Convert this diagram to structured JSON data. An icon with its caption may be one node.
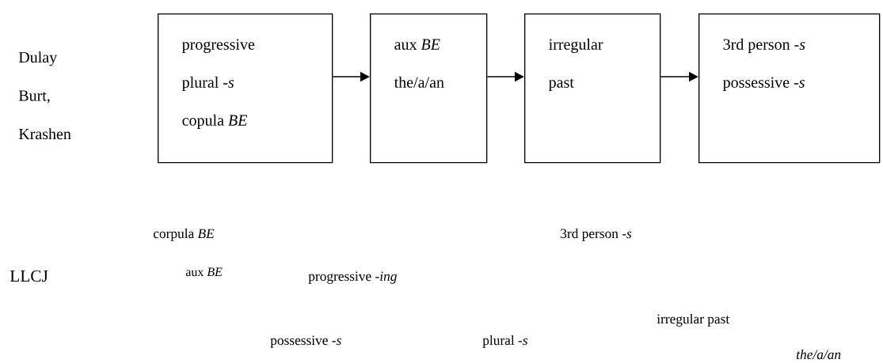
{
  "diagram": {
    "nodes": [
      {
        "text": [
          "progressive",
          "plural -*s*",
          "copula *BE*"
        ]
      },
      {
        "text": [
          "aux *BE*",
          "the/a/an"
        ]
      },
      {
        "text": [
          "irregular past"
        ]
      },
      {
        "text": [
          "3rd person -*s*",
          "possessive -*s*"
        ]
      }
    ],
    "edges": [
      {
        "from": 0,
        "to": 1,
        "arrow": "to"
      },
      {
        "from": 1,
        "to": 2,
        "arrow": "to"
      },
      {
        "from": 2,
        "to": 3,
        "arrow": "to"
      }
    ],
    "labels": [
      "Dulay Burt, Krashen",
      "corpula *BE*",
      "3rd person -*s*",
      "LLCJ",
      "aux *BE*",
      "progressive -*ing*",
      "irregular past",
      "possessive -*s*",
      "plural -*s*",
      "the/a/an"
    ]
  }
}
